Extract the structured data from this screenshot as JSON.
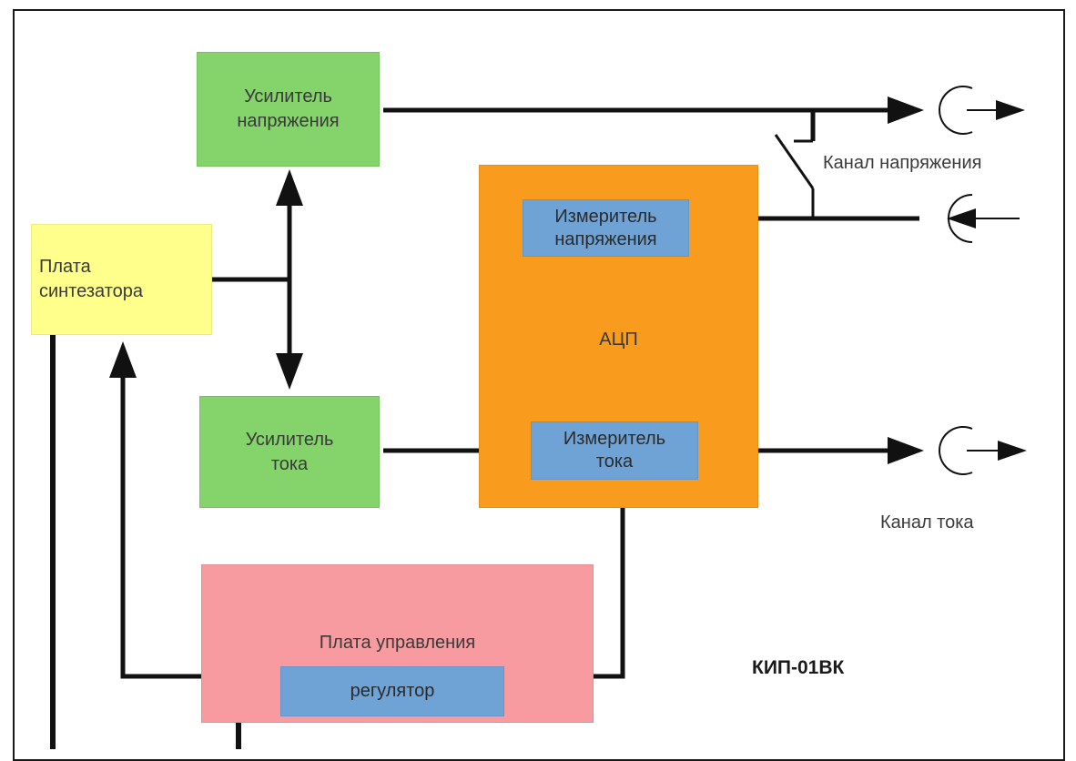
{
  "blocks": {
    "voltage_amp": {
      "line1": "Усилитель",
      "line2": "напряжения"
    },
    "synth_board": {
      "line1": "Плата",
      "line2": "синтезатора"
    },
    "current_amp": {
      "line1": "Усилитель",
      "line2": "тока"
    },
    "adc": {
      "title": "АЦП"
    },
    "voltage_meter": {
      "line1": "Измеритель",
      "line2": "напряжения"
    },
    "current_meter": {
      "line1": "Измеритель",
      "line2": "тока"
    },
    "control_board": {
      "title": "Плата управления"
    },
    "regulator": {
      "label": "регулятор"
    }
  },
  "labels": {
    "voltage_channel": "Канал напряжения",
    "current_channel": "Канал тока",
    "device_name": "КИП-01ВК"
  },
  "colors": {
    "green": "#84d36b",
    "yellow": "#ffff8c",
    "orange": "#f99b1c",
    "pink": "#f79ba0",
    "blue": "#6fa3d6",
    "line": "#111111"
  }
}
